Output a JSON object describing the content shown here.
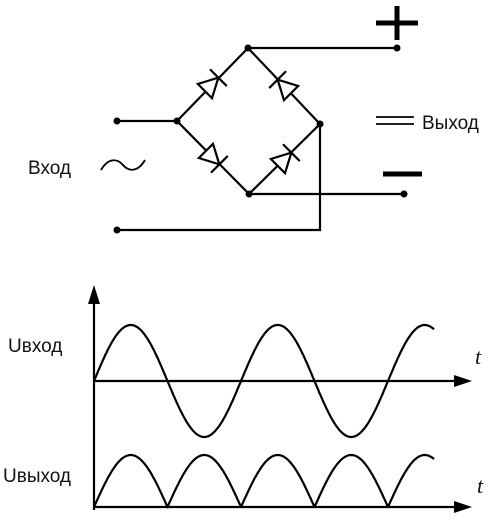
{
  "circuit": {
    "input_label": "Вход",
    "output_label": "Выход",
    "plus_icon": "plus-sign-icon",
    "minus_icon": "minus-sign-icon",
    "tilde_icon": "ac-tilde-icon",
    "dc_icon": "dc-equals-icon"
  },
  "graph": {
    "input_axis_label": "Uвход",
    "output_axis_label": "Uвыход",
    "t_label_top": "t",
    "t_label_bottom": "t"
  },
  "colors": {
    "line": "#000000"
  }
}
